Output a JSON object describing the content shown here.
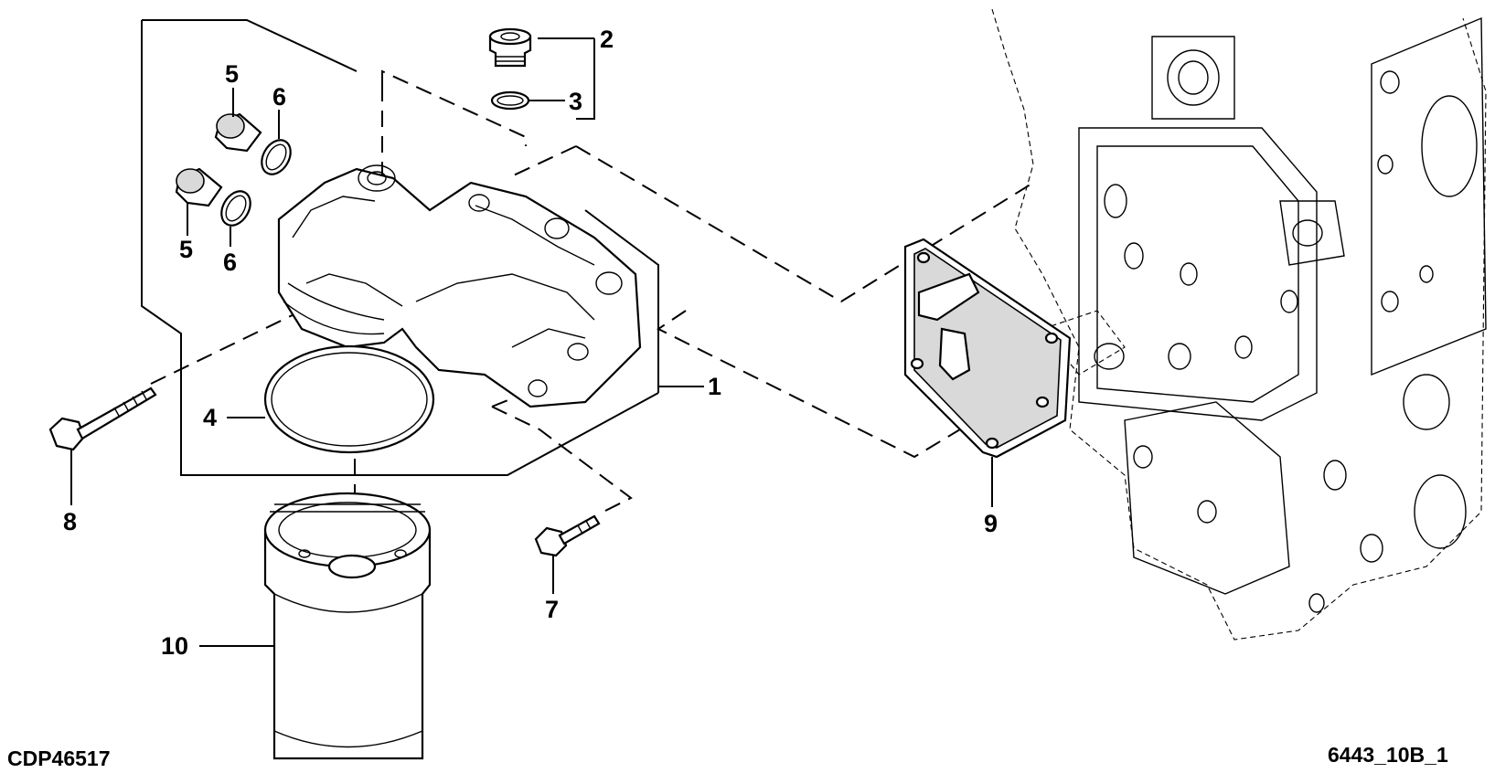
{
  "callouts": {
    "c1": "1",
    "c2": "2",
    "c3": "3",
    "c4": "4",
    "c5a": "5",
    "c5b": "5",
    "c6a": "6",
    "c6b": "6",
    "c7": "7",
    "c8": "8",
    "c9": "9",
    "c10": "10"
  },
  "codes": {
    "left": "CDP46517",
    "right": "6443_10B_1"
  }
}
